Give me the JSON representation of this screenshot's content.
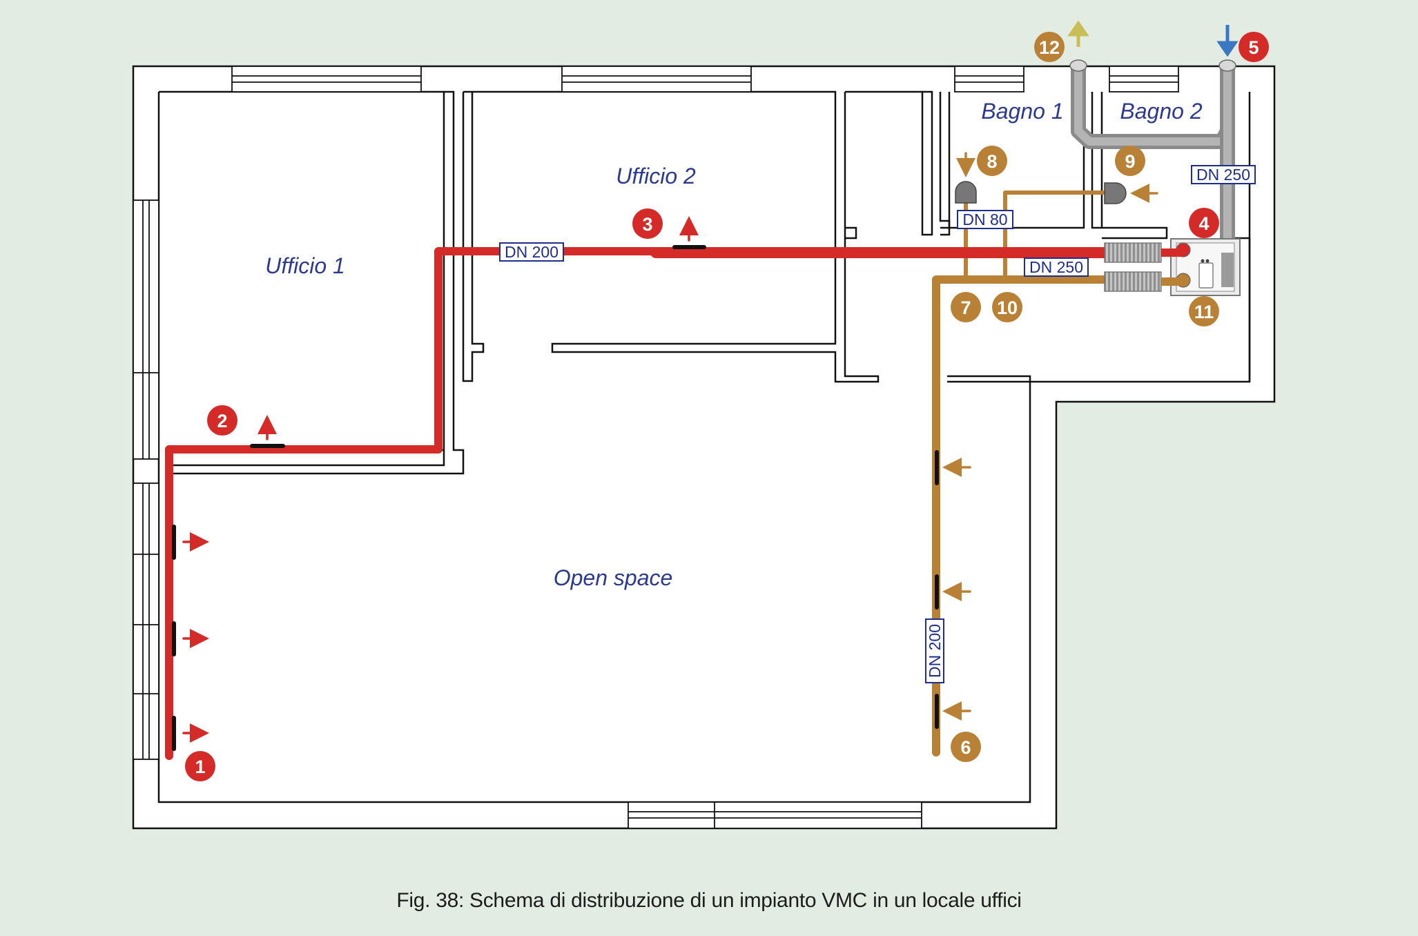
{
  "rooms": {
    "office1": "Ufficio 1",
    "office2": "Ufficio 2",
    "bath1": "Bagno 1",
    "bath2": "Bagno 2",
    "open_space": "Open space"
  },
  "pipe_labels": {
    "supply_main": "DN 200",
    "supply_unit": "DN 250",
    "extract_main": "DN 200",
    "extract_branch": "DN 80",
    "external_duct": "DN 250"
  },
  "markers": [
    "1",
    "2",
    "3",
    "4",
    "5",
    "6",
    "7",
    "8",
    "9",
    "10",
    "11",
    "12"
  ],
  "caption": "Fig. 38: Schema di distribuzione di un impianto VMC in un locale uffici",
  "colors": {
    "background": "#e3ece3",
    "supply": "#d42a28",
    "extract": "#b98135",
    "external": "#9a9a9a",
    "exhaust_arrow": "#c8be55",
    "intake_arrow": "#3b78c0",
    "label_text": "#2b3a8f"
  }
}
